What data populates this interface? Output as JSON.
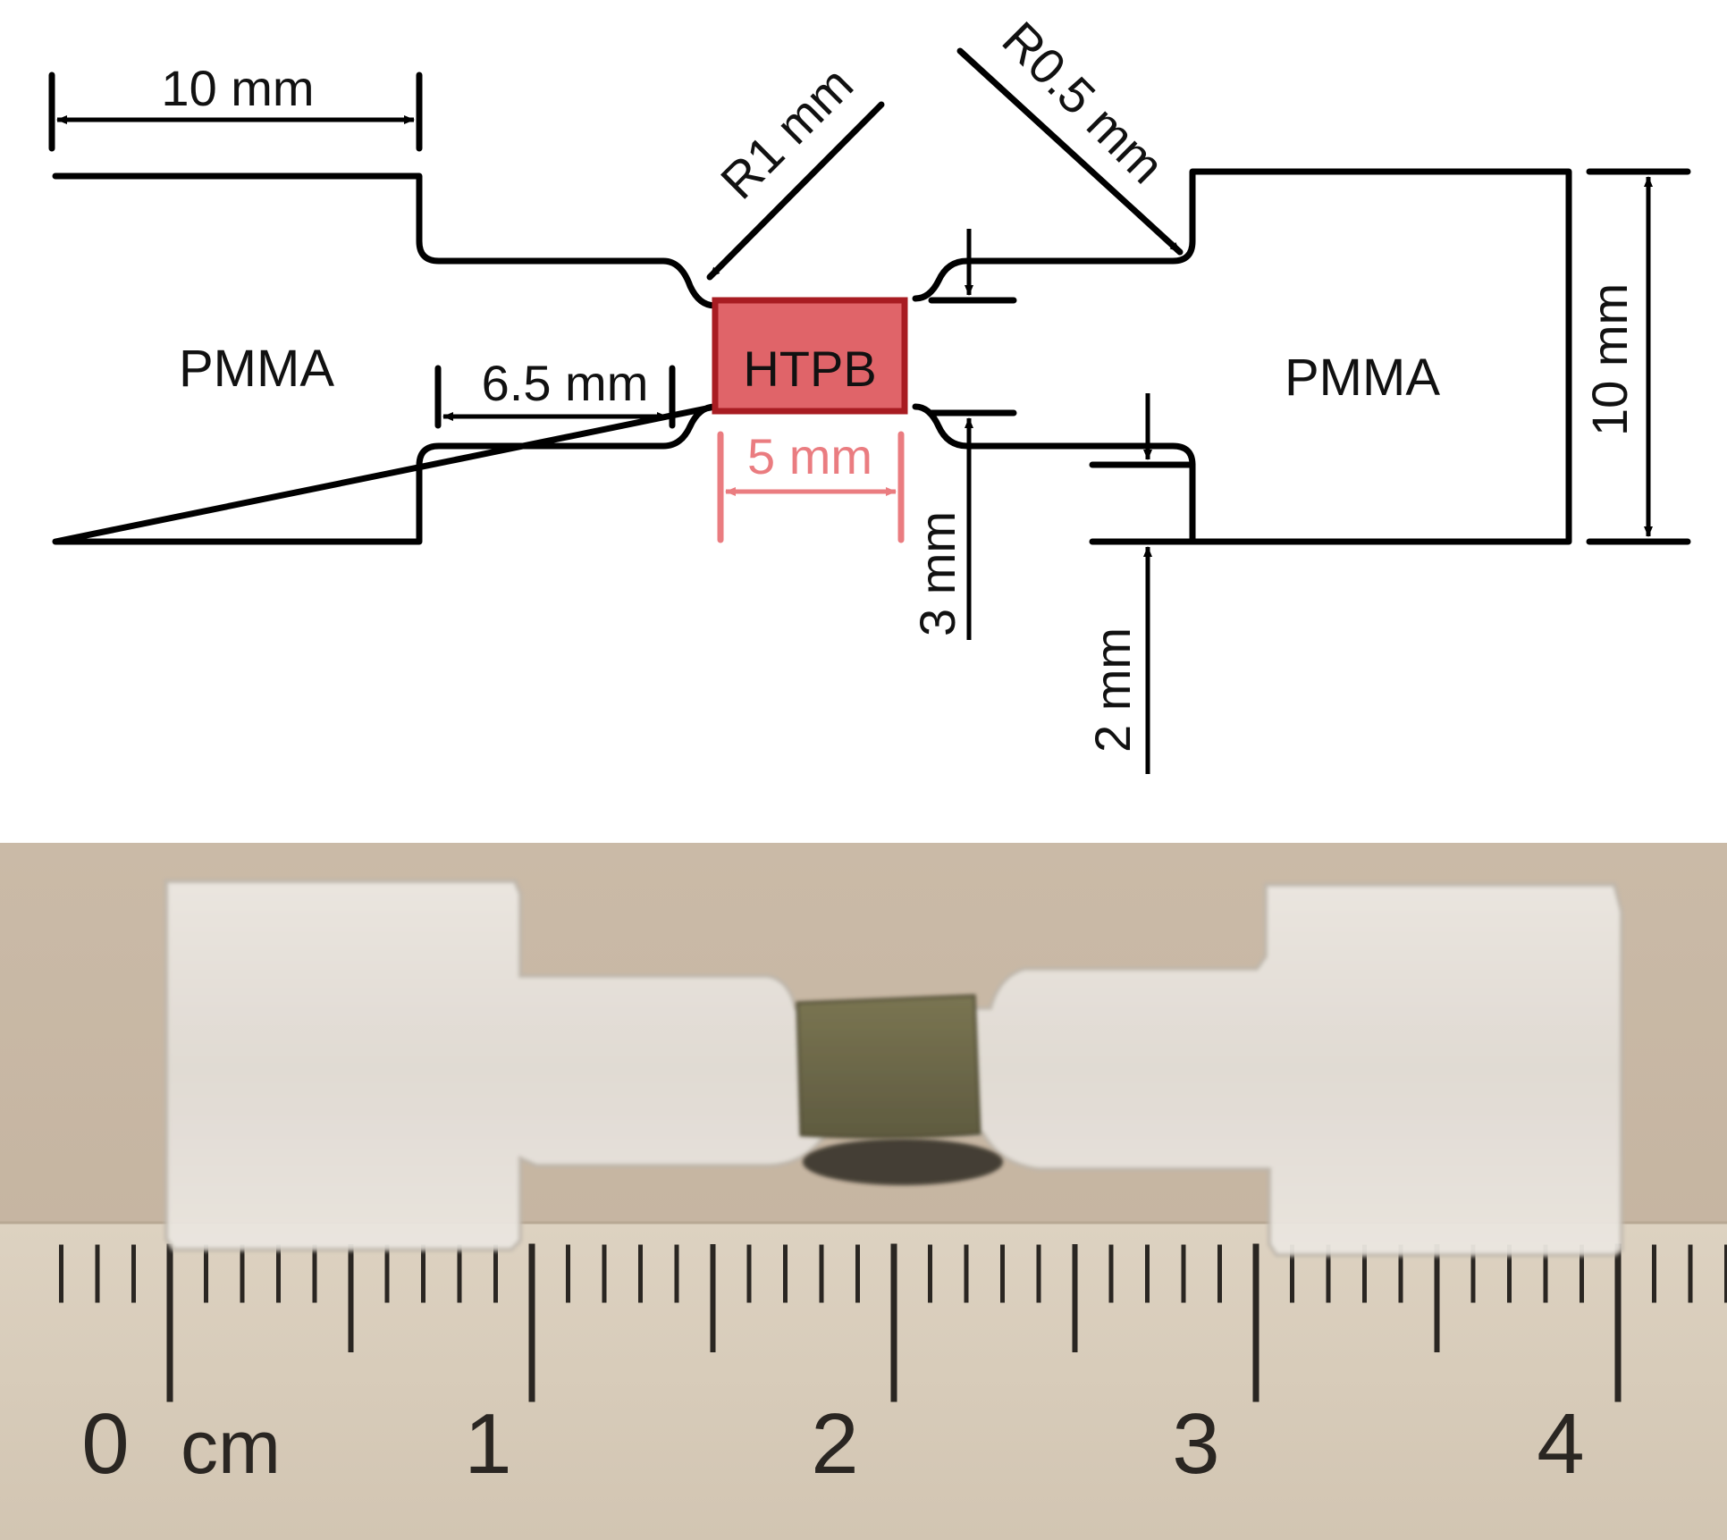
{
  "drawing": {
    "material_left": "PMMA",
    "material_right": "PMMA",
    "material_center": "HTPB",
    "dim_grip_length": "10 mm",
    "dim_radius_large": "R1 mm",
    "dim_radius_small": "R0.5 mm",
    "dim_neck_length": "6.5 mm",
    "dim_sample_length": "5 mm",
    "dim_neck_height": "3 mm",
    "dim_shoulder": "2 mm",
    "dim_grip_height": "10 mm"
  },
  "photo": {
    "ruler_unit": "cm",
    "ruler_numbers": [
      "0",
      "1",
      "2",
      "3",
      "4"
    ]
  },
  "colors": {
    "line": "#000000",
    "htpb_fill": "#e06469",
    "htpb_stroke": "#a81c22",
    "sample_dimension": "#ea7c80",
    "photo_background": "#c7b7a4",
    "ruler": "#d8cbb9",
    "pmma_photo": "#e6e2dc",
    "htpb_photo": "#6f6a4c"
  }
}
